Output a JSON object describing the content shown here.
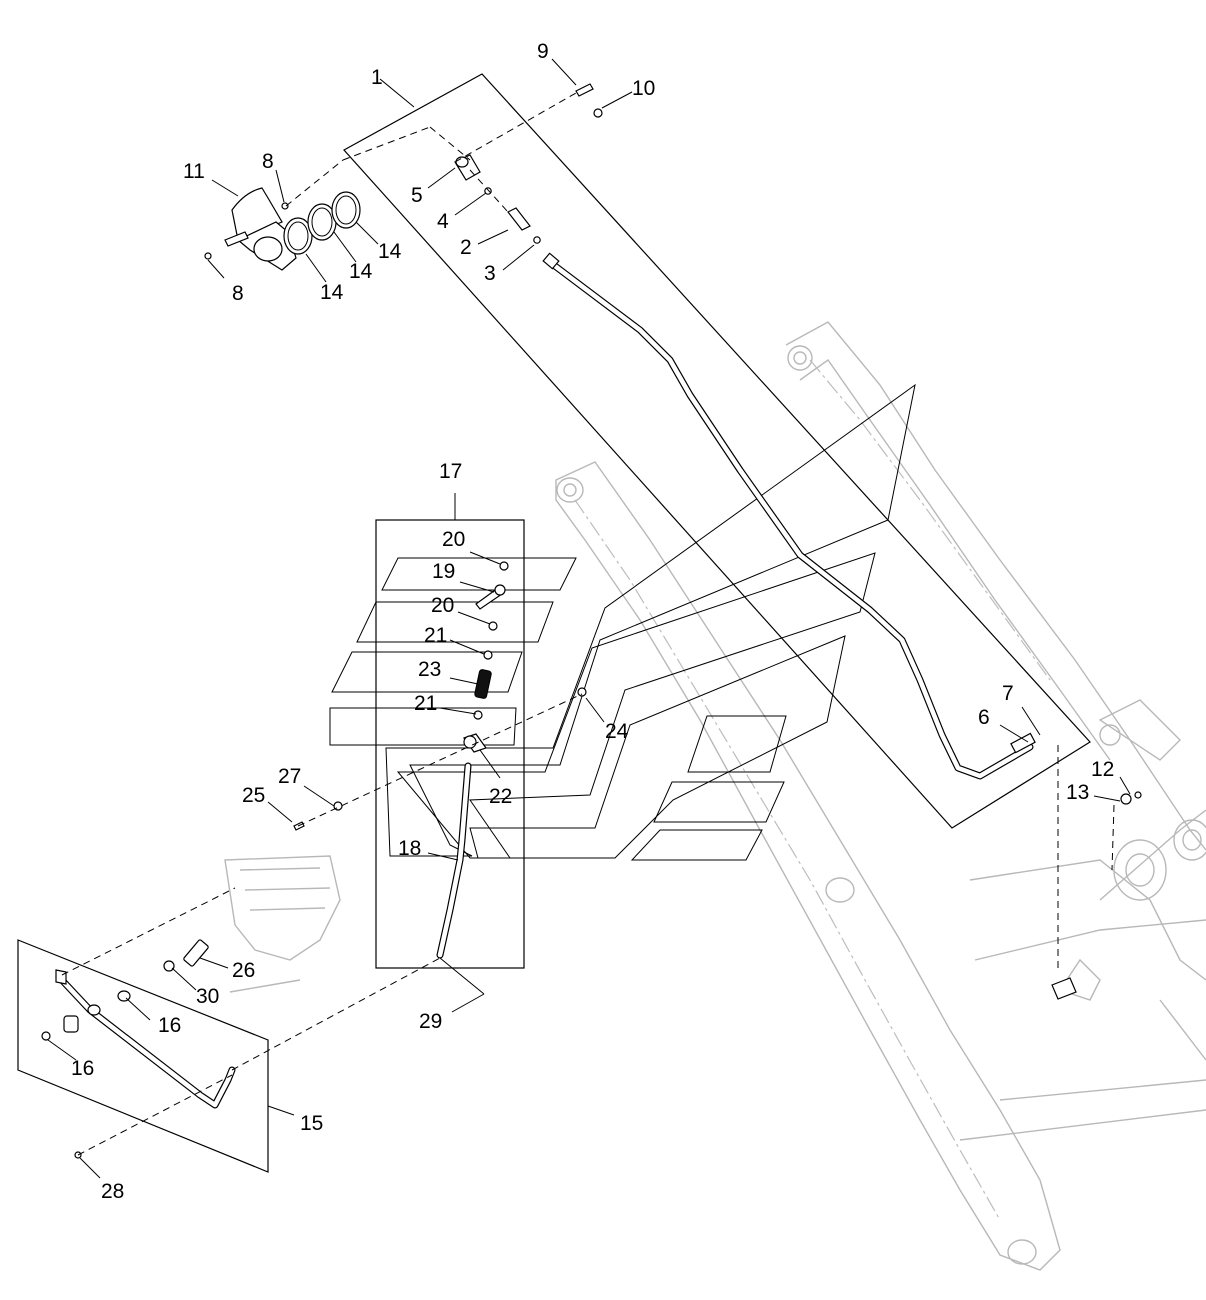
{
  "callouts": {
    "c1": "1",
    "c2": "2",
    "c3": "3",
    "c4": "4",
    "c5": "5",
    "c6": "6",
    "c7": "7",
    "c8a": "8",
    "c8b": "8",
    "c9": "9",
    "c10": "10",
    "c11": "11",
    "c12": "12",
    "c13": "13",
    "c14a": "14",
    "c14b": "14",
    "c14c": "14",
    "c15": "15",
    "c16a": "16",
    "c16b": "16",
    "c17": "17",
    "c18": "18",
    "c19": "19",
    "c20a": "20",
    "c20b": "20",
    "c21a": "21",
    "c21b": "21",
    "c22": "22",
    "c23": "23",
    "c24": "24",
    "c25": "25",
    "c26": "26",
    "c27": "27",
    "c28": "28",
    "c29": "29",
    "c30": "30"
  }
}
